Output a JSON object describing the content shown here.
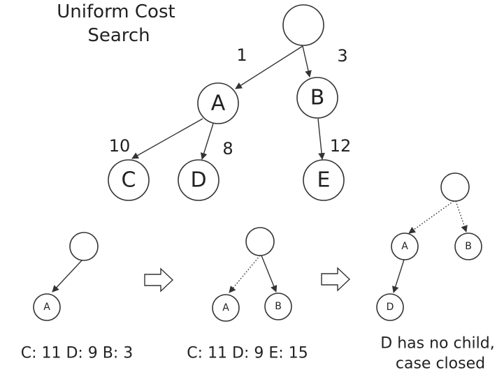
{
  "title_lines": [
    "Uniform Cost",
    "Search"
  ],
  "tree": {
    "nodes": {
      "A": "A",
      "B": "B",
      "C": "C",
      "D": "D",
      "E": "E"
    },
    "edge_costs": {
      "root_A": "1",
      "root_B": "3",
      "A_C": "10",
      "A_D": "8",
      "B_E": "12"
    }
  },
  "steps": [
    {
      "nodes": [
        "A"
      ],
      "frontier": "C: 11  D: 9  B: 3"
    },
    {
      "nodes": [
        "A",
        "B"
      ],
      "frontier": "C: 11  D: 9  E: 15"
    },
    {
      "nodes": [
        "A",
        "B",
        "D"
      ],
      "frontier_lines": [
        "D has no child,",
        "case closed"
      ]
    }
  ]
}
